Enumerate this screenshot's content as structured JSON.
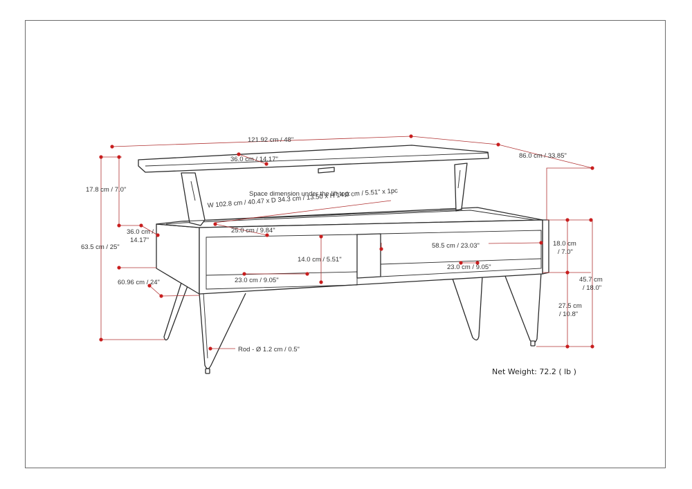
{
  "dimensions": {
    "width_top": "121.92 cm / 48\"",
    "depth": "86.0 cm / 33.85\"",
    "top_inner_depth": "36.0 cm / 14.17\"",
    "lift_height": "17.8 cm / 7.0\"",
    "space_title": "Space dimension under the lift top:",
    "space_detail": "W 102.8 cm / 40.47 x D 34.3 cm / 13.50 x H 14.0 cm / 5.51\" x 1pc",
    "side_depth_a": "36.0 cm /",
    "side_depth_b": "14.17\"",
    "compartment_depth": "25.0 cm / 9.84\"",
    "overall_height": "63.5 cm / 25\"",
    "leg_depth": "60.96 cm / 24\"",
    "shelf_height": "14.0 cm / 5.51\"",
    "shelf_depth_left": "23.0 cm / 9.05\"",
    "shelf_width_right": "58.5 cm / 23.03\"",
    "shelf_depth_right": "23.0 cm / 9.05\"",
    "box_height_a": "18.0 cm",
    "box_height_b": "/ 7.0\"",
    "seat_height_a": "45.7 cm",
    "seat_height_b": "/ 18.0\"",
    "leg_height_a": "27.5 cm",
    "leg_height_b": "/ 10.8\"",
    "rod": "Rod - Ø 1.2 cm / 0.5\"",
    "net_weight": "Net Weight: 72.2 ( lb )"
  }
}
